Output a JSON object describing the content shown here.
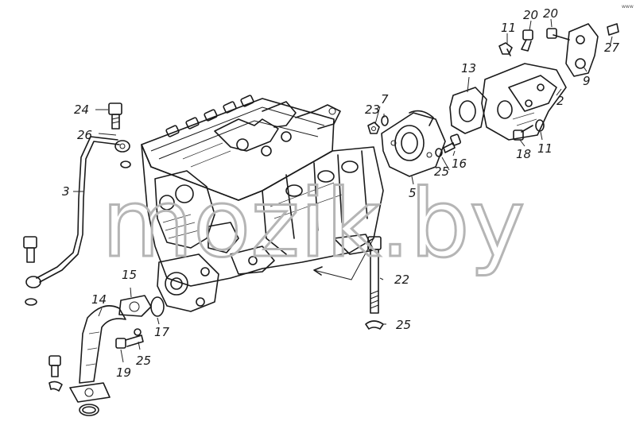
{
  "watermark": "mozik.by",
  "corner_mark": "www",
  "labels": {
    "l2": "2",
    "l3": "3",
    "l5": "5",
    "l7": "7",
    "l9": "9",
    "l11a": "11",
    "l11b": "11",
    "l13": "13",
    "l14": "14",
    "l15": "15",
    "l16": "16",
    "l17": "17",
    "l18": "18",
    "l19": "19",
    "l20a": "20",
    "l20b": "20",
    "l22": "22",
    "l23": "23",
    "l24": "24",
    "l25a": "25",
    "l25b": "25",
    "l25c": "25",
    "l26": "26",
    "l27": "27"
  }
}
